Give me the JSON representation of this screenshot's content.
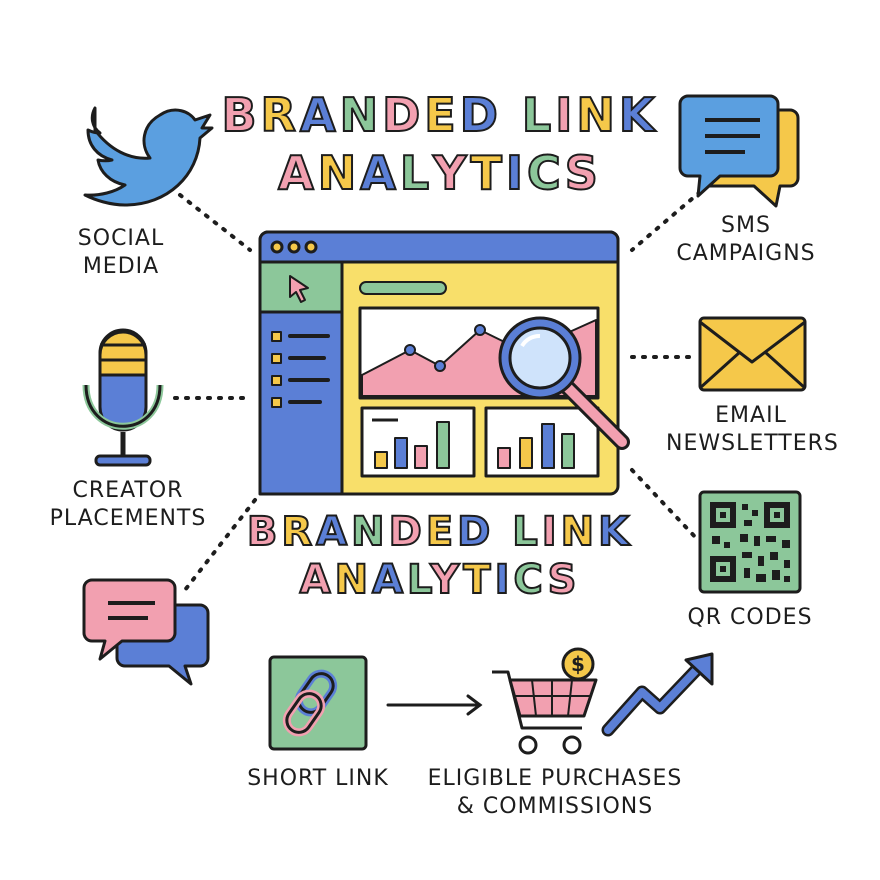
{
  "title": {
    "line1": "BRANDED LINK",
    "line2": "ANALYTICS"
  },
  "subtitle": {
    "line1": "BRANDED LINK",
    "line2": "ANALYTICS"
  },
  "letter_colors": [
    "#f2a0b0",
    "#f5c84a",
    "#5b7fd6",
    "#8cc79a"
  ],
  "channels": {
    "social": {
      "line1": "SOCIAL",
      "line2": "MEDIA",
      "icon": "twitter-bird-icon"
    },
    "creator": {
      "line1": "CREATOR",
      "line2": "PLACEMENTS",
      "icon": "microphone-icon"
    },
    "sms": {
      "line1": "SMS",
      "line2": "CAMPAIGNS",
      "icon": "chat-bubbles-icon"
    },
    "email": {
      "line1": "EMAIL",
      "line2": "NEWSLETTERS",
      "icon": "envelope-icon"
    },
    "qr": {
      "line1": "QR CODES",
      "icon": "qr-code-icon"
    }
  },
  "flow": {
    "short_link": {
      "label": "SHORT LINK",
      "icon": "chain-link-icon"
    },
    "purchases": {
      "line1": "ELIGIBLE PURCHASES",
      "line2": "& COMMISSIONS",
      "icon": "shopping-cart-icon"
    },
    "growth_icon": "trend-arrow-icon"
  },
  "colors": {
    "blue": "#5b7fd6",
    "yellow": "#f8df6a",
    "pink": "#f2a0b0",
    "green": "#8cc79a",
    "ink": "#1d1d1d"
  }
}
